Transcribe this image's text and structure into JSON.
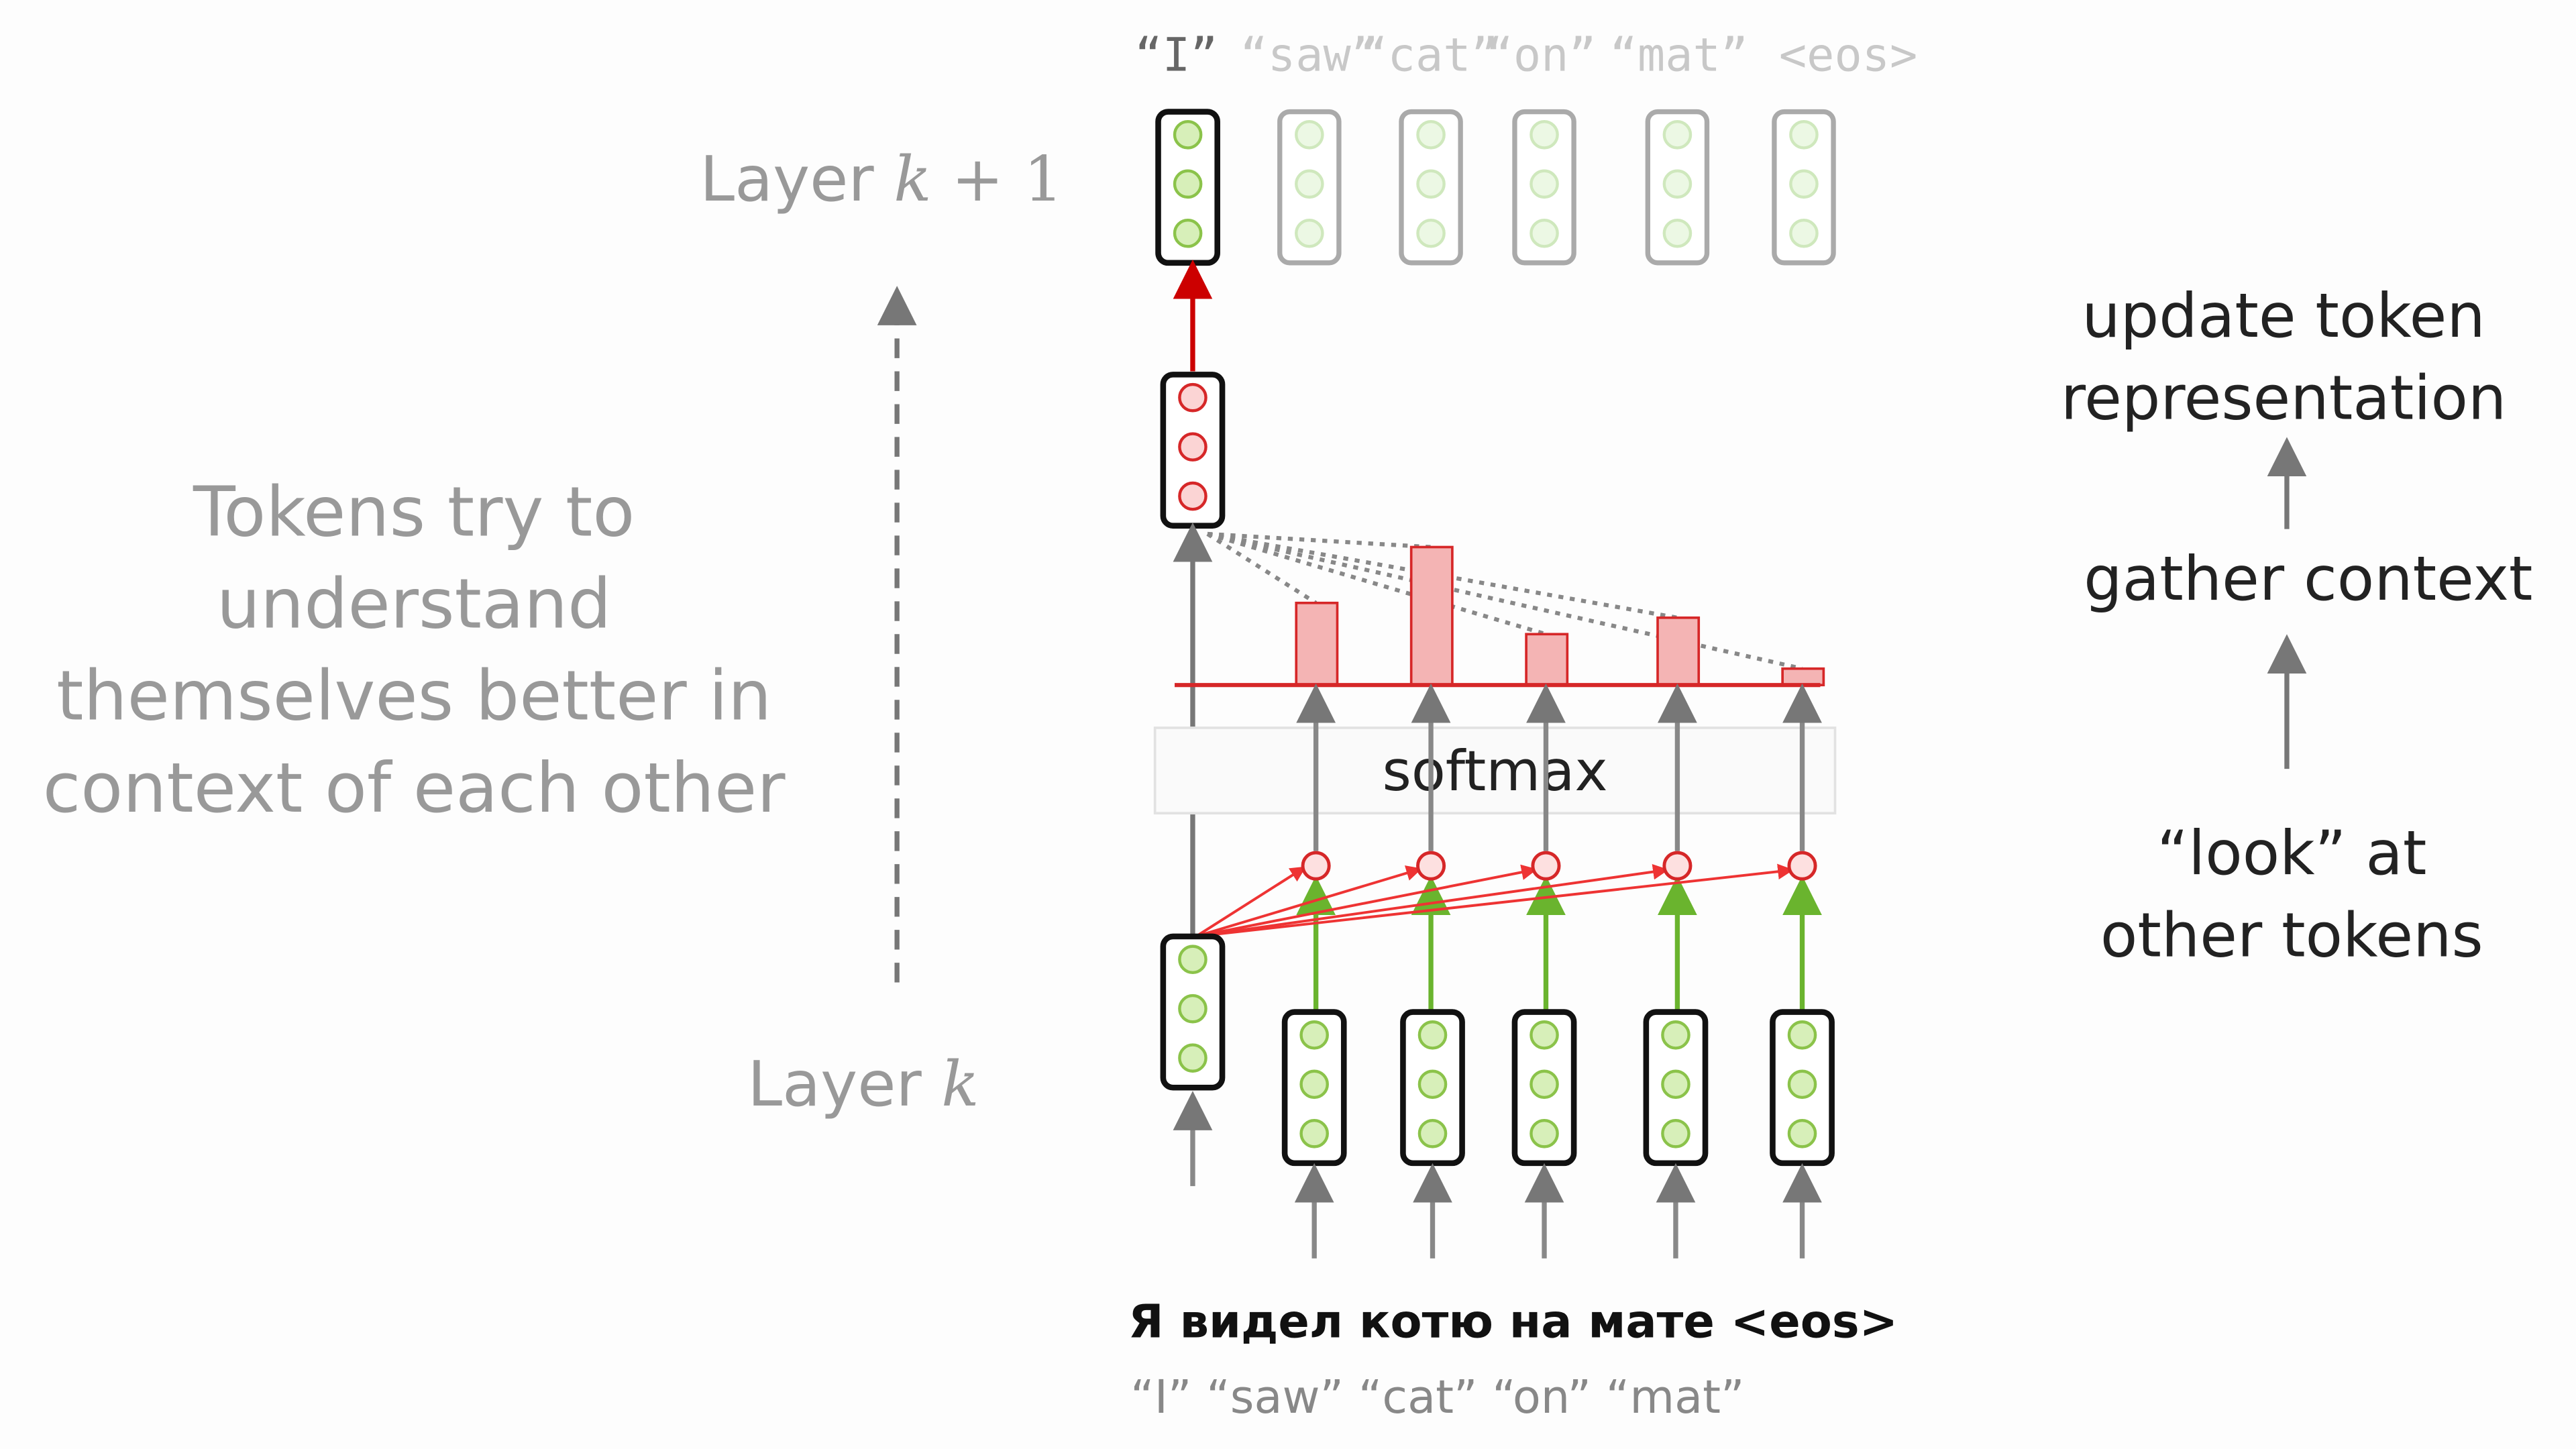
{
  "left": {
    "layer_top_prefix": "Layer ",
    "layer_top_var": "k",
    "layer_top_suffix": " + 1",
    "layer_bottom_prefix": "Layer ",
    "layer_bottom_var": "k",
    "description_lines": [
      "Tokens try to",
      "understand",
      "themselves better in",
      "context of each other"
    ]
  },
  "top_tokens": [
    "“I”",
    "“saw”",
    "“cat”",
    "“on”",
    "“mat”",
    "<eos>"
  ],
  "softmax_label": "softmax",
  "attention_weights": [
    0.5,
    0.84,
    0.31,
    0.41,
    0.1
  ],
  "source_sentence": "Я видел котю на мате <eos>",
  "source_translation": "“I” “saw” “cat” “on” “mat”",
  "right": {
    "step3_lines": [
      "update token",
      "representation"
    ],
    "step2": "gather context",
    "step1_lines": [
      "“look” at",
      "other tokens"
    ]
  },
  "colors": {
    "red": "#d62728",
    "green": "#7cc144",
    "pink_fill": "#f4b4b4",
    "green_fill": "#d7efb9",
    "gray_text": "#999999"
  }
}
